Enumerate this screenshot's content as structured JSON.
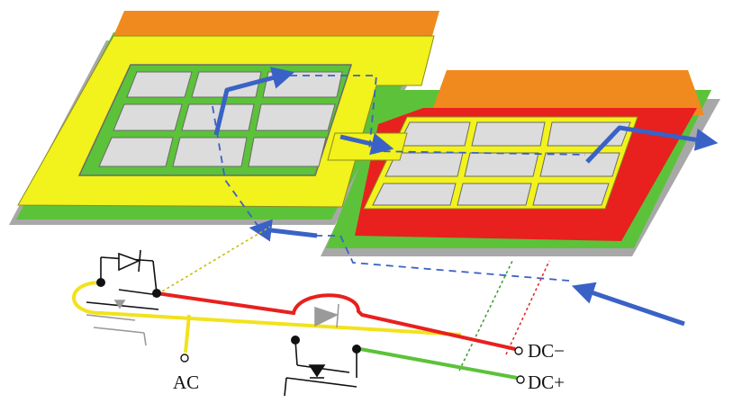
{
  "labels": {
    "ac": "AC",
    "dc_minus": "DC−",
    "dc_plus": "DC+"
  },
  "colors": {
    "yellow_layer": "#f2f21c",
    "green_layer": "#5cc23a",
    "red_layer": "#e8201e",
    "orange_layer": "#f08a1e",
    "die": "#dcdcdc",
    "current_arrow": "#3a62c6",
    "ac_trace": "#f2e21c",
    "dc_minus_trace": "#e8201e",
    "dc_plus_trace": "#5cc23a"
  }
}
